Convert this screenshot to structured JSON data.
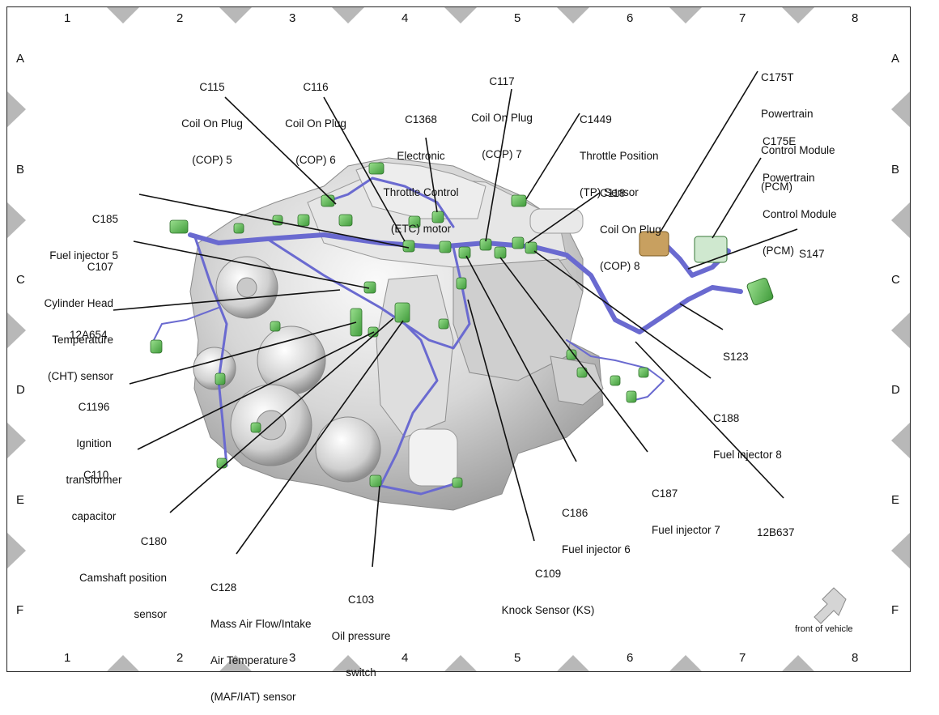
{
  "grid": {
    "columns": [
      "1",
      "2",
      "3",
      "4",
      "5",
      "6",
      "7",
      "8"
    ],
    "rows": [
      "A",
      "B",
      "C",
      "D",
      "E",
      "F"
    ]
  },
  "orientation_caption": "front of vehicle",
  "callouts": [
    {
      "id": "c115",
      "lines": [
        "C115",
        "Coil On Plug",
        "(COP) 5"
      ]
    },
    {
      "id": "c116",
      "lines": [
        "C116",
        "Coil On Plug",
        "(COP) 6"
      ]
    },
    {
      "id": "c1368",
      "lines": [
        "C1368",
        "Electronic",
        "Throttle Control",
        "(ETC) motor"
      ]
    },
    {
      "id": "c117",
      "lines": [
        "C117",
        "Coil On Plug",
        "(COP) 7"
      ]
    },
    {
      "id": "c1449",
      "lines": [
        "C1449",
        "Throttle Position",
        "(TP) Sensor"
      ]
    },
    {
      "id": "c175t",
      "lines": [
        "C175T",
        "Powertrain",
        "Control Module",
        "(PCM)"
      ]
    },
    {
      "id": "c175e",
      "lines": [
        "C175E",
        "Powertrain",
        "Control Module",
        "(PCM)"
      ]
    },
    {
      "id": "c118",
      "lines": [
        "C118",
        "Coil On Plug",
        "(COP) 8"
      ]
    },
    {
      "id": "c185",
      "lines": [
        "C185",
        "Fuel injector 5"
      ]
    },
    {
      "id": "s147",
      "lines": [
        "S147"
      ]
    },
    {
      "id": "c107",
      "lines": [
        "C107",
        "Cylinder Head",
        "Temperature",
        "(CHT) sensor"
      ]
    },
    {
      "id": "a12a654",
      "lines": [
        "12A654"
      ]
    },
    {
      "id": "s123",
      "lines": [
        "S123"
      ]
    },
    {
      "id": "c1196",
      "lines": [
        "C1196",
        "Ignition",
        "transformer",
        "capacitor"
      ]
    },
    {
      "id": "c188",
      "lines": [
        "C188",
        "Fuel injector 8"
      ]
    },
    {
      "id": "c110",
      "lines": [
        "C110"
      ]
    },
    {
      "id": "c187",
      "lines": [
        "C187",
        "Fuel injector 7"
      ]
    },
    {
      "id": "c186",
      "lines": [
        "C186",
        "Fuel injector 6"
      ]
    },
    {
      "id": "b12b637",
      "lines": [
        "12B637"
      ]
    },
    {
      "id": "c180",
      "lines": [
        "C180",
        "Camshaft position",
        "sensor"
      ]
    },
    {
      "id": "c109",
      "lines": [
        "C109",
        "Knock Sensor (KS)"
      ]
    },
    {
      "id": "c128",
      "lines": [
        "C128",
        "Mass Air Flow/Intake",
        "Air Temperature",
        "(MAF/IAT) sensor"
      ]
    },
    {
      "id": "c103",
      "lines": [
        "C103",
        "Oil pressure",
        "switch"
      ]
    }
  ],
  "colors": {
    "connector": "#5fb85a",
    "harness": "#6a6ad0",
    "engine": "#d4d4d4",
    "marker": "#b8b8b8"
  }
}
